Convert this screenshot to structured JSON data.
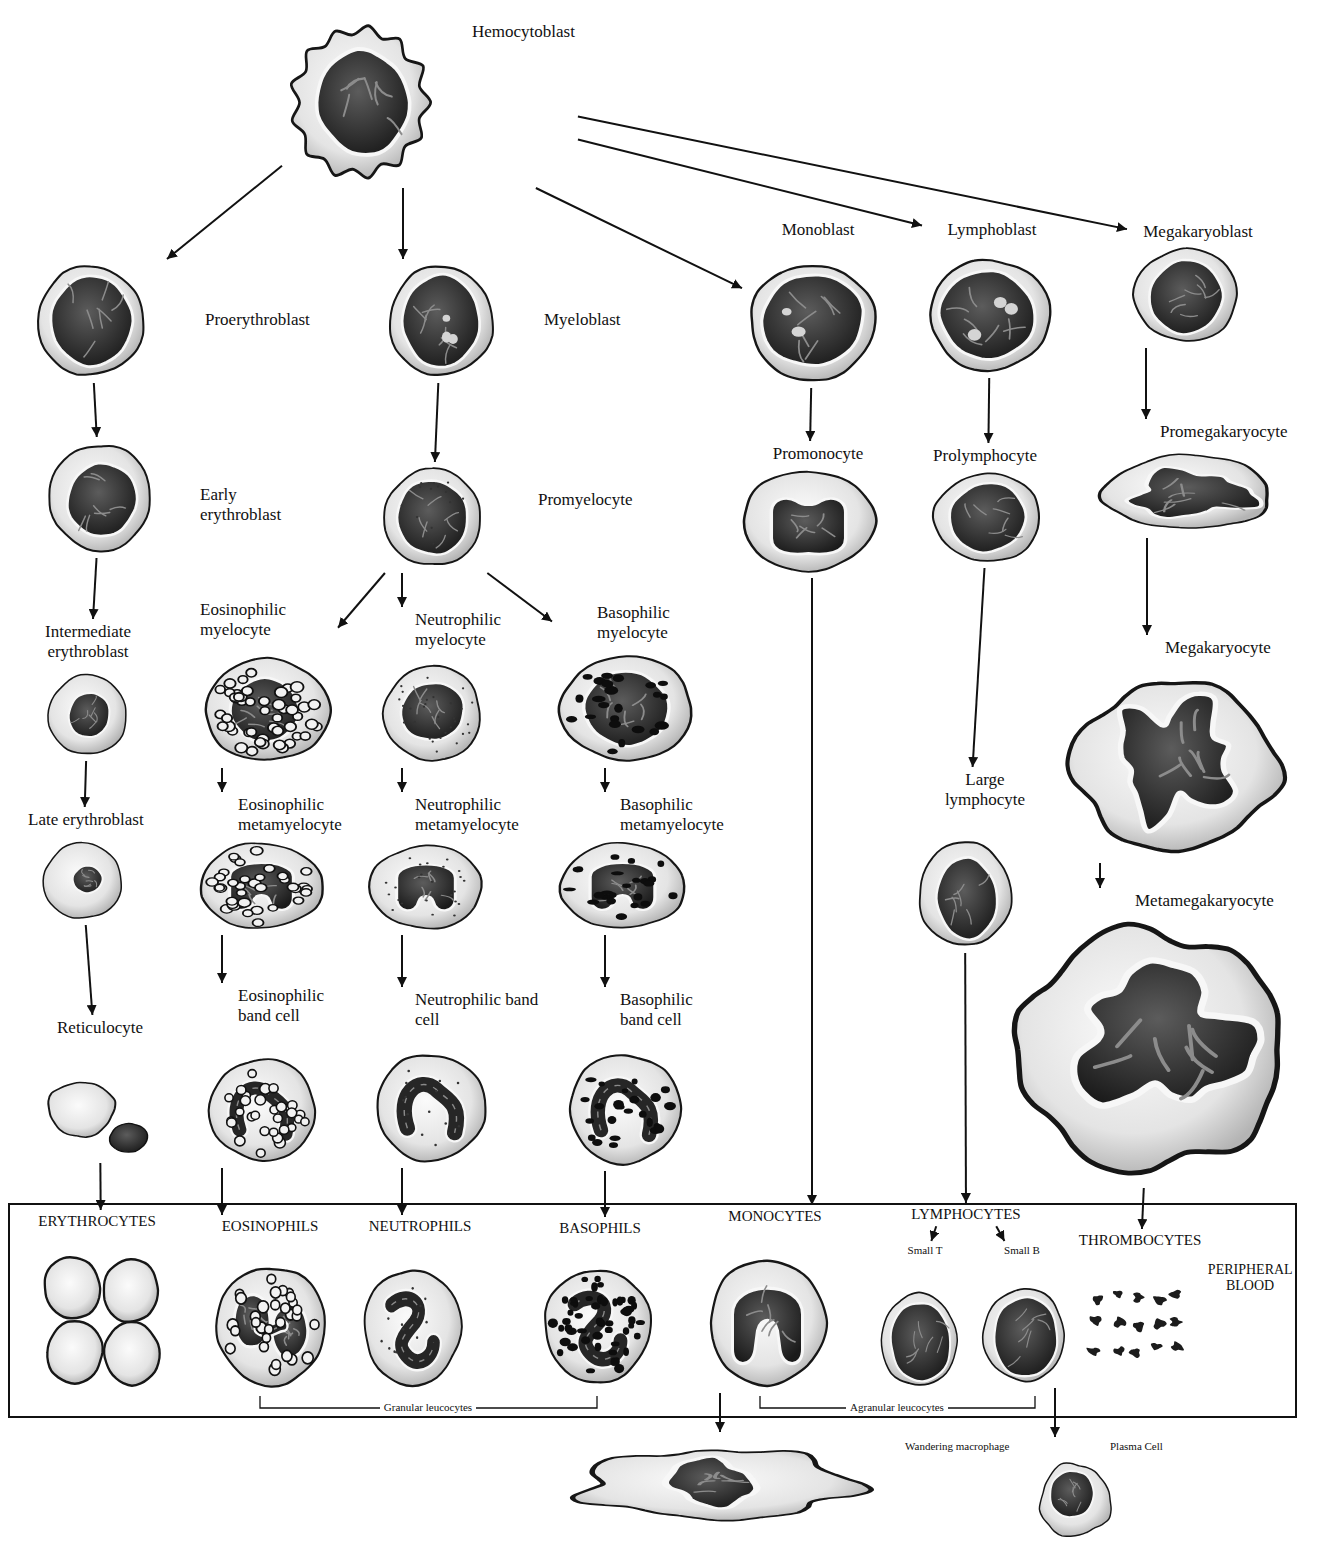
{
  "diagram": {
    "nodes": [
      {
        "text": [
          "Hemocytoblast"
        ]
      },
      {
        "text": [
          "Proerythroblast"
        ]
      },
      {
        "text": [
          "Myeloblast"
        ]
      },
      {
        "text": [
          "Monoblast"
        ]
      },
      {
        "text": [
          "Lymphoblast"
        ]
      },
      {
        "text": [
          "Megakaryoblast"
        ]
      },
      {
        "text": [
          "Early erythroblast"
        ]
      },
      {
        "text": [
          "Promyelocyte"
        ]
      },
      {
        "text": [
          "Promonocyte"
        ]
      },
      {
        "text": [
          "Prolymphocyte"
        ]
      },
      {
        "text": [
          "Promegakaryocyte"
        ]
      },
      {
        "text": [
          "Intermediate erythroblast"
        ]
      },
      {
        "text": [
          "Eosinophilic myelocyte"
        ]
      },
      {
        "text": [
          "Neutrophilic myelocyte"
        ]
      },
      {
        "text": [
          "Basophilic myelocyte"
        ]
      },
      {
        "text": [
          "Megakaryocyte"
        ]
      },
      {
        "text": [
          "Late erythroblast"
        ]
      },
      {
        "text": [
          "Eosinophilic metamyelocyte"
        ]
      },
      {
        "text": [
          "Neutrophilic metamyelocyte"
        ]
      },
      {
        "text": [
          "Basophilic metamyelocyte"
        ]
      },
      {
        "text": [
          "Large lymphocyte"
        ]
      },
      {
        "text": [
          "Metamegakaryocyte"
        ]
      },
      {
        "text": [
          "Reticulocyte"
        ]
      },
      {
        "text": [
          "Eosinophilic band cell"
        ]
      },
      {
        "text": [
          "Neutrophilic band cell"
        ]
      },
      {
        "text": [
          "Basophilic band cell"
        ]
      },
      {
        "text": [
          "PERIPHERAL BLOOD"
        ]
      },
      {
        "text": [
          "ERYTHROCYTES"
        ],
        "in": 26
      },
      {
        "text": [
          "EOSINOPHILS"
        ],
        "in": 26
      },
      {
        "text": [
          "NEUTROPHILS"
        ],
        "in": 26
      },
      {
        "text": [
          "BASOPHILS"
        ],
        "in": 26
      },
      {
        "text": [
          "MONOCYTES"
        ],
        "in": 26
      },
      {
        "text": [
          "LYMPHOCYTES"
        ],
        "in": 26
      },
      {
        "text": [
          "Small T"
        ],
        "in": 26
      },
      {
        "text": [
          "Small B"
        ],
        "in": 26
      },
      {
        "text": [
          "THROMBOCYTES"
        ],
        "in": 26
      },
      {
        "text": [
          "Wandering macrophage"
        ]
      },
      {
        "text": [
          "Plasma Cell"
        ]
      }
    ],
    "edges": [
      {
        "from": 0,
        "to": 1,
        "arrow": "to"
      },
      {
        "from": 0,
        "to": 2,
        "arrow": "to"
      },
      {
        "from": 0,
        "to": 3,
        "arrow": "to"
      },
      {
        "from": 0,
        "to": 4,
        "arrow": "to"
      },
      {
        "from": 0,
        "to": 5,
        "arrow": "to"
      },
      {
        "from": 1,
        "to": 6,
        "arrow": "to"
      },
      {
        "from": 6,
        "to": 11,
        "arrow": "to"
      },
      {
        "from": 11,
        "to": 16,
        "arrow": "to"
      },
      {
        "from": 16,
        "to": 22,
        "arrow": "to"
      },
      {
        "from": 22,
        "to": 27,
        "arrow": "to"
      },
      {
        "from": 2,
        "to": 7,
        "arrow": "to"
      },
      {
        "from": 7,
        "to": 12,
        "arrow": "to"
      },
      {
        "from": 7,
        "to": 13,
        "arrow": "to"
      },
      {
        "from": 7,
        "to": 14,
        "arrow": "to"
      },
      {
        "from": 12,
        "to": 17,
        "arrow": "to"
      },
      {
        "from": 17,
        "to": 23,
        "arrow": "to"
      },
      {
        "from": 23,
        "to": 28,
        "arrow": "to"
      },
      {
        "from": 13,
        "to": 18,
        "arrow": "to"
      },
      {
        "from": 18,
        "to": 24,
        "arrow": "to"
      },
      {
        "from": 24,
        "to": 29,
        "arrow": "to"
      },
      {
        "from": 14,
        "to": 19,
        "arrow": "to"
      },
      {
        "from": 19,
        "to": 25,
        "arrow": "to"
      },
      {
        "from": 25,
        "to": 30,
        "arrow": "to"
      },
      {
        "from": 3,
        "to": 8,
        "arrow": "to"
      },
      {
        "from": 8,
        "to": 31,
        "arrow": "to"
      },
      {
        "from": 4,
        "to": 9,
        "arrow": "to"
      },
      {
        "from": 9,
        "to": 20,
        "arrow": "to"
      },
      {
        "from": 20,
        "to": 32,
        "arrow": "to"
      },
      {
        "from": 5,
        "to": 10,
        "arrow": "to"
      },
      {
        "from": 10,
        "to": 15,
        "arrow": "to"
      },
      {
        "from": 15,
        "to": 21,
        "arrow": "to"
      },
      {
        "from": 21,
        "to": 35,
        "arrow": "to"
      },
      {
        "from": 32,
        "to": 33,
        "arrow": "to"
      },
      {
        "from": 32,
        "to": 34,
        "arrow": "to"
      },
      {
        "from": 31,
        "to": 36,
        "arrow": "to"
      },
      {
        "from": 34,
        "to": 37,
        "arrow": "to"
      }
    ],
    "labels": [
      "Granular leucocytes",
      "Agranular leucocytes"
    ]
  }
}
